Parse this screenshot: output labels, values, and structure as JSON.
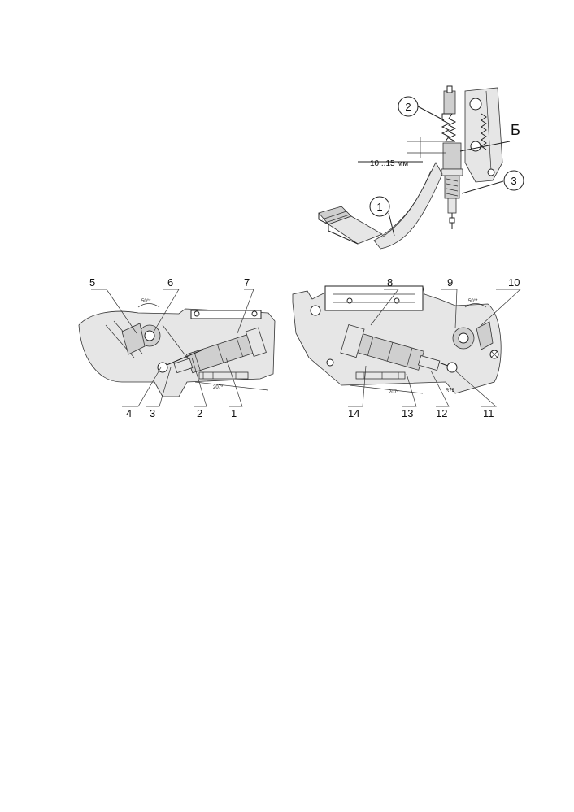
{
  "top_figure": {
    "dimension_text": "10...15 мм",
    "view_letter": "Б",
    "callouts": [
      "1",
      "2",
      "3"
    ]
  },
  "left_figure": {
    "callouts": [
      "1",
      "2",
      "3",
      "4",
      "5",
      "6",
      "7"
    ],
    "angle_note": "50°*",
    "dim_note": "207*"
  },
  "right_figure": {
    "callouts": [
      "8",
      "9",
      "10",
      "11",
      "12",
      "13",
      "14"
    ],
    "angle_note": "50°*",
    "dim_note": "207*",
    "radius_note": "R75"
  }
}
